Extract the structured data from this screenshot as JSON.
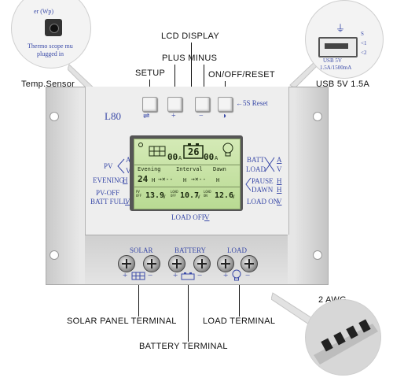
{
  "callouts": {
    "lcd_display": "LCD DISPLAY",
    "plus_minus": "PLUS   MINUS",
    "setup": "SETUP",
    "on_off_reset": "ON/OFF/RESET",
    "temp_sensor": "Temp.Sensor",
    "usb": "USB  5V  1.5A",
    "solar_panel_terminal": "SOLAR  PANEL  TERMINAL",
    "load_terminal": "LOAD  TERMINAL",
    "battery_terminal": "BATTERY  TERMINAL",
    "awg": "2  AWG"
  },
  "temp_inset": {
    "line1": "er (Wp)",
    "line2": "Thermo scope mu",
    "line3": "plugged in"
  },
  "usb_inset": {
    "s": "S",
    "r1": "<1",
    "r2": "<2",
    "label1": "USB  5V",
    "label2": "1.5A/1500mA"
  },
  "panel": {
    "model": "L80",
    "reset_hint": "←5S Reset",
    "buttons": [
      {
        "symbol": "⇌"
      },
      {
        "symbol": "+"
      },
      {
        "symbol": "−"
      },
      {
        "symbol": "◑"
      }
    ],
    "left_labels": {
      "pv": "PV",
      "pv_a": "A",
      "pv_v": "V",
      "evening": "EVENING",
      "evening_h": "H",
      "pv_off": "PV-OFF",
      "batt_full": "BATT FULL",
      "batt_full_v": "V"
    },
    "right_labels": {
      "batt": "BATT",
      "load": "LOAD",
      "batt_a": "A",
      "batt_v": "V",
      "pause": "PAUSE",
      "dawn": "DAWN",
      "pause_h": "H",
      "dawn_h": "H",
      "load_on": "LOAD ON",
      "load_on_v": "V"
    },
    "load_off": "LOAD OFF",
    "load_off_v": "V",
    "terminals": {
      "solar": "SOLAR",
      "battery": "BATTERY",
      "load": "LOAD"
    },
    "plus": "+",
    "minus": "−"
  },
  "lcd": {
    "pv_current": "00",
    "pv_unit": "A",
    "batt_value": "26",
    "load_current": "00",
    "load_unit": "A",
    "evening": "Evening",
    "interval": "Interval",
    "dawn": "Dawn",
    "evening_time": "24",
    "h1": "H",
    "mid1": "→×--",
    "h2": "H",
    "mid2": "→×--",
    "h3": "H",
    "pv_off_label": "PV OFF",
    "pv_off_val": "13.9",
    "pv_off_unit": "V",
    "load_off_label": "LOAD OFF",
    "load_off_val": "10.7",
    "load_off_unit": "V",
    "load_on_label": "LOAD ON",
    "load_on_val": "12.6",
    "load_on_unit": "V"
  },
  "colors": {
    "panel_blue": "#3a4aa8",
    "lcd_green": "#c7e3a6",
    "body_silver": "#d9d9d9"
  }
}
